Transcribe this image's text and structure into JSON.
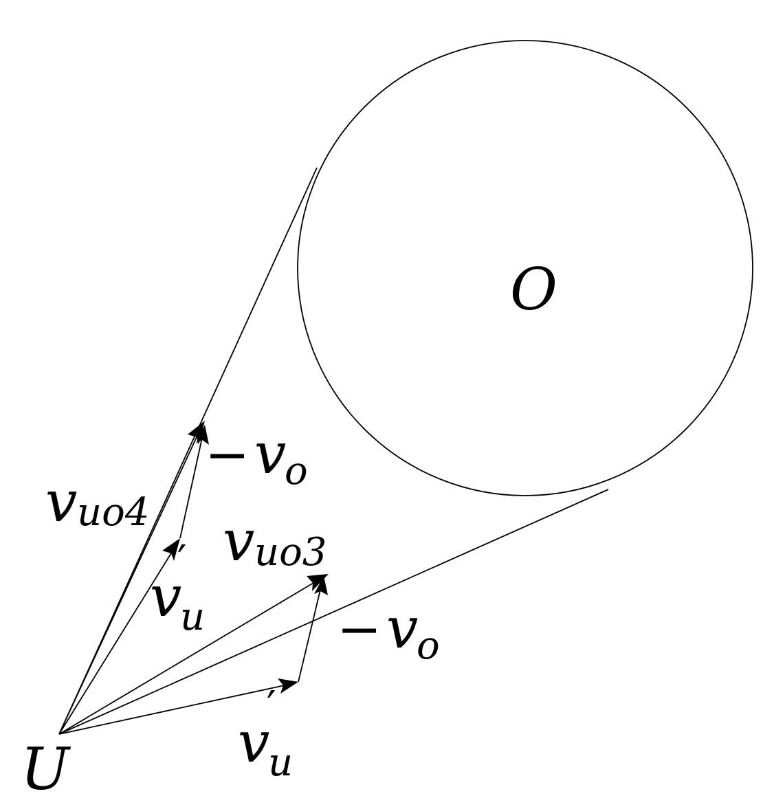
{
  "labels": {
    "center": "O",
    "origin": "U",
    "minus_sign": "−",
    "prime": "′",
    "v": "v",
    "o_sub": "o",
    "u_sub": "u",
    "uo4_sub": "uo4",
    "uo3_sub": "uo3"
  },
  "vectors": [
    {
      "id": "v_uo4",
      "label": "v_uo4"
    },
    {
      "id": "v_u_prime_upper",
      "label": "v_u′"
    },
    {
      "id": "minus_v_o_upper",
      "label": "−v_o"
    },
    {
      "id": "v_uo3",
      "label": "v_uo3"
    },
    {
      "id": "v_u_prime_lower",
      "label": "v_u′"
    },
    {
      "id": "minus_v_o_lower",
      "label": "−v_o"
    }
  ]
}
